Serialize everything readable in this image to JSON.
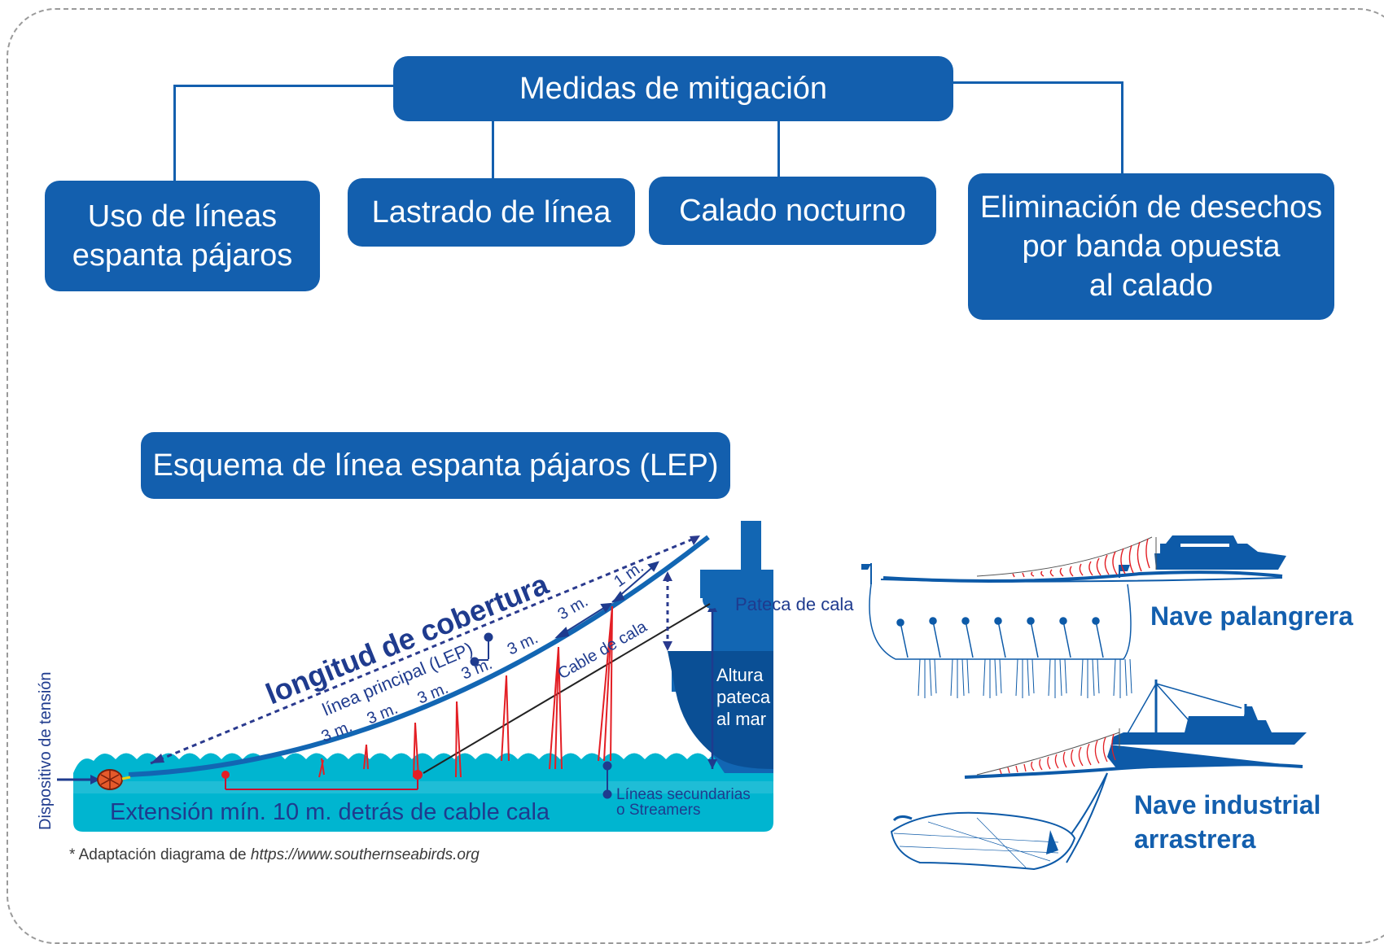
{
  "tree": {
    "root": "Medidas de mitigación",
    "children": [
      {
        "lines": [
          "Uso de líneas",
          "espanta pájaros"
        ]
      },
      {
        "lines": [
          "Lastrado de línea"
        ]
      },
      {
        "lines": [
          "Calado nocturno"
        ]
      },
      {
        "lines": [
          "Eliminación de desechos",
          "por banda opuesta",
          "al calado"
        ]
      }
    ]
  },
  "scheme": {
    "title": "Esquema de línea espanta pájaros (LEP)",
    "coverage_label": "longitud de cobertura",
    "main_line_label": "línea principal (LEP)",
    "spacings": [
      "3 m.",
      "3 m.",
      "3 m.",
      "3 m.",
      "3 m.",
      "3 m.",
      "1 m."
    ],
    "cable_label": "Cable de cala",
    "pateca_label": "Pateca de cala",
    "height_label": [
      "Altura",
      "pateca",
      "al mar"
    ],
    "tension_label": "Dispositivo de tensión",
    "extension_label": "Extensión mín. 10 m. detrás de cable cala",
    "streamers_label": [
      "Líneas secundarias",
      "o Streamers"
    ],
    "source_prefix": "* Adaptación diagrama de ",
    "source_url": "https://www.southernseabirds.org"
  },
  "vessels": {
    "longliner": [
      "Nave palangrera"
    ],
    "trawler": [
      "Nave industrial",
      "arrastrera"
    ]
  },
  "colors": {
    "box_blue": "#135fae",
    "dark_blue": "#1f3b8e",
    "ship_blue": "#0d5aa8",
    "water": "#00b5d0",
    "streamer_red": "#e31e24",
    "hull_blue": "#0a4f95"
  }
}
